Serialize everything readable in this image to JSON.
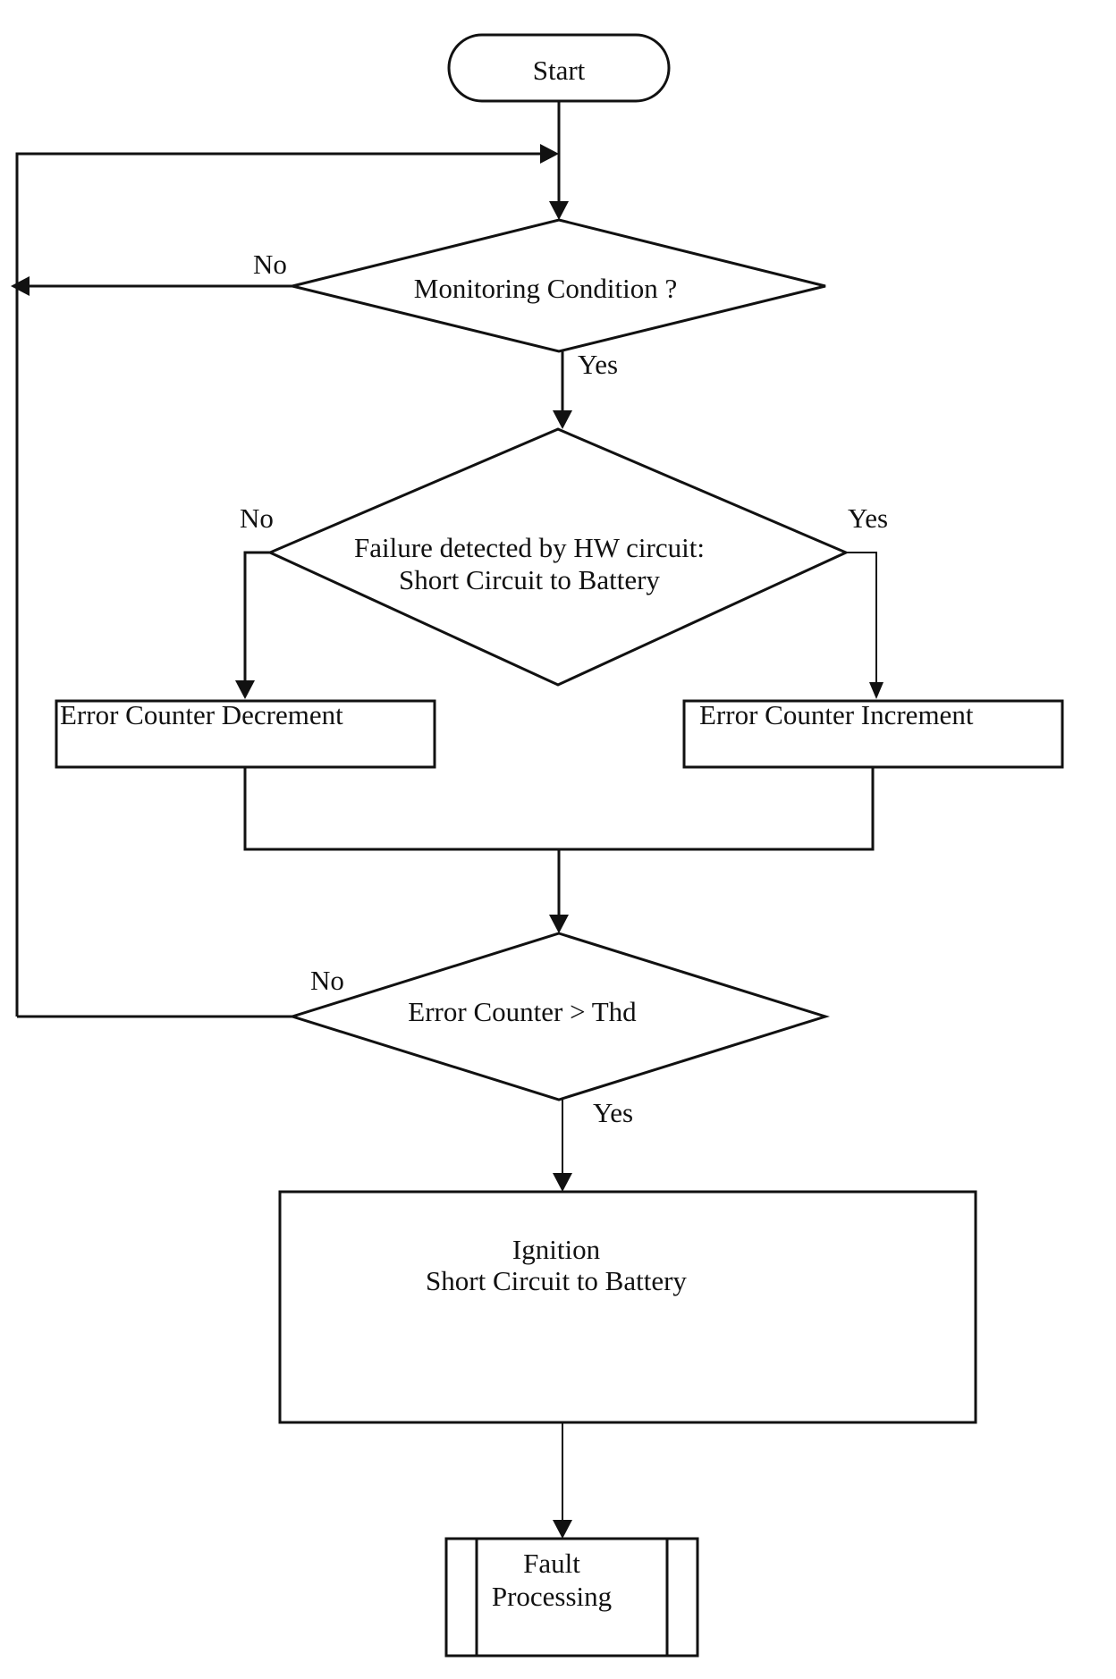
{
  "nodes": {
    "start": "Start",
    "monitoring": "Monitoring Condition ?",
    "failure_line1": "Failure detected by HW circuit:",
    "failure_line2": "Short Circuit to Battery",
    "decrement": "Error Counter Decrement",
    "increment": "Error Counter Increment",
    "threshold": "Error Counter >  Thd",
    "ignition_line1": "Ignition",
    "ignition_line2": "Short Circuit to Battery",
    "fault_line1": "Fault",
    "fault_line2": "Processing"
  },
  "labels": {
    "monitoring_no": "No",
    "monitoring_yes": "Yes",
    "failure_no": "No",
    "failure_yes": "Yes",
    "threshold_no": "No",
    "threshold_yes": "Yes"
  }
}
